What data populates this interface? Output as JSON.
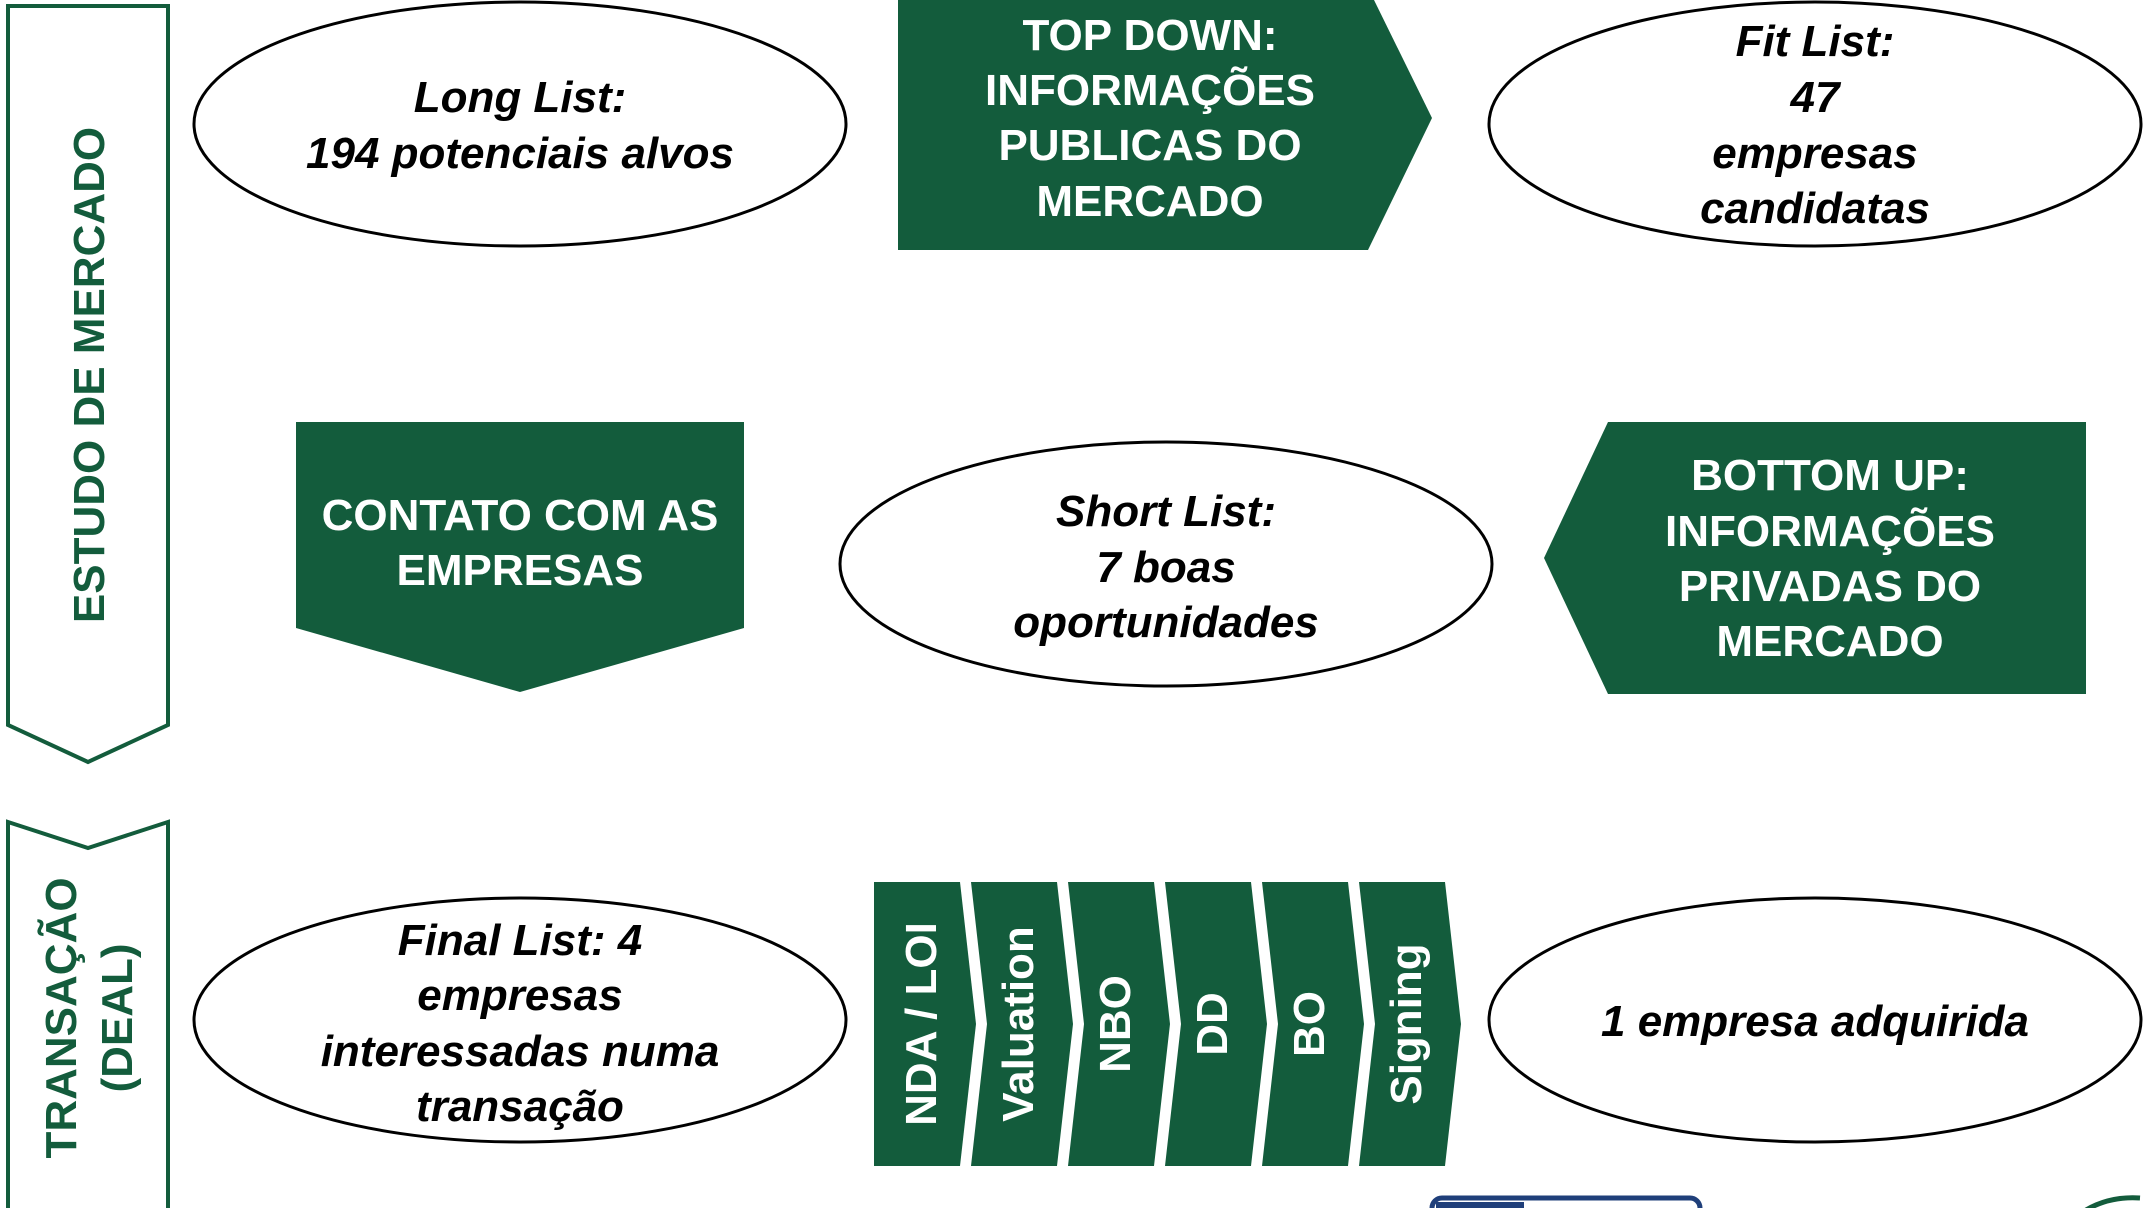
{
  "colors": {
    "green": "#135c3c",
    "outline": "#000000",
    "background": "#ffffff"
  },
  "sections": {
    "market": "ESTUDO DE MERCADO",
    "deal_line1": "TRANSAÇÃO",
    "deal_line2": "(DEAL)"
  },
  "ellipses": {
    "long_list": {
      "line1": "Long List:",
      "line2": "194 potenciais alvos"
    },
    "fit_list": {
      "line1": "Fit List:",
      "line2": "47",
      "line3": "empresas",
      "line4": "candidatas"
    },
    "short_list": {
      "line1": "Short List:",
      "line2": "7 boas",
      "line3": "oportunidades"
    },
    "final_list": {
      "line1": "Final List: 4",
      "line2": "empresas",
      "line3": "interessadas numa",
      "line4": "transação"
    },
    "acquired": {
      "line1": "1 empresa adquirida"
    }
  },
  "boxes": {
    "top_down": {
      "line1": "TOP DOWN:",
      "line2": "INFORMAÇÕES",
      "line3": "PUBLICAS DO",
      "line4": "MERCADO"
    },
    "contato": {
      "line1": "CONTATO COM AS",
      "line2": "EMPRESAS"
    },
    "bottom_up": {
      "line1": "BOTTOM UP:",
      "line2": "INFORMAÇÕES",
      "line3": "PRIVADAS DO",
      "line4": "MERCADO"
    }
  },
  "steps": [
    "NDA / LOI",
    "Valuation",
    "NBO",
    "DD",
    "BO",
    "Signing"
  ]
}
